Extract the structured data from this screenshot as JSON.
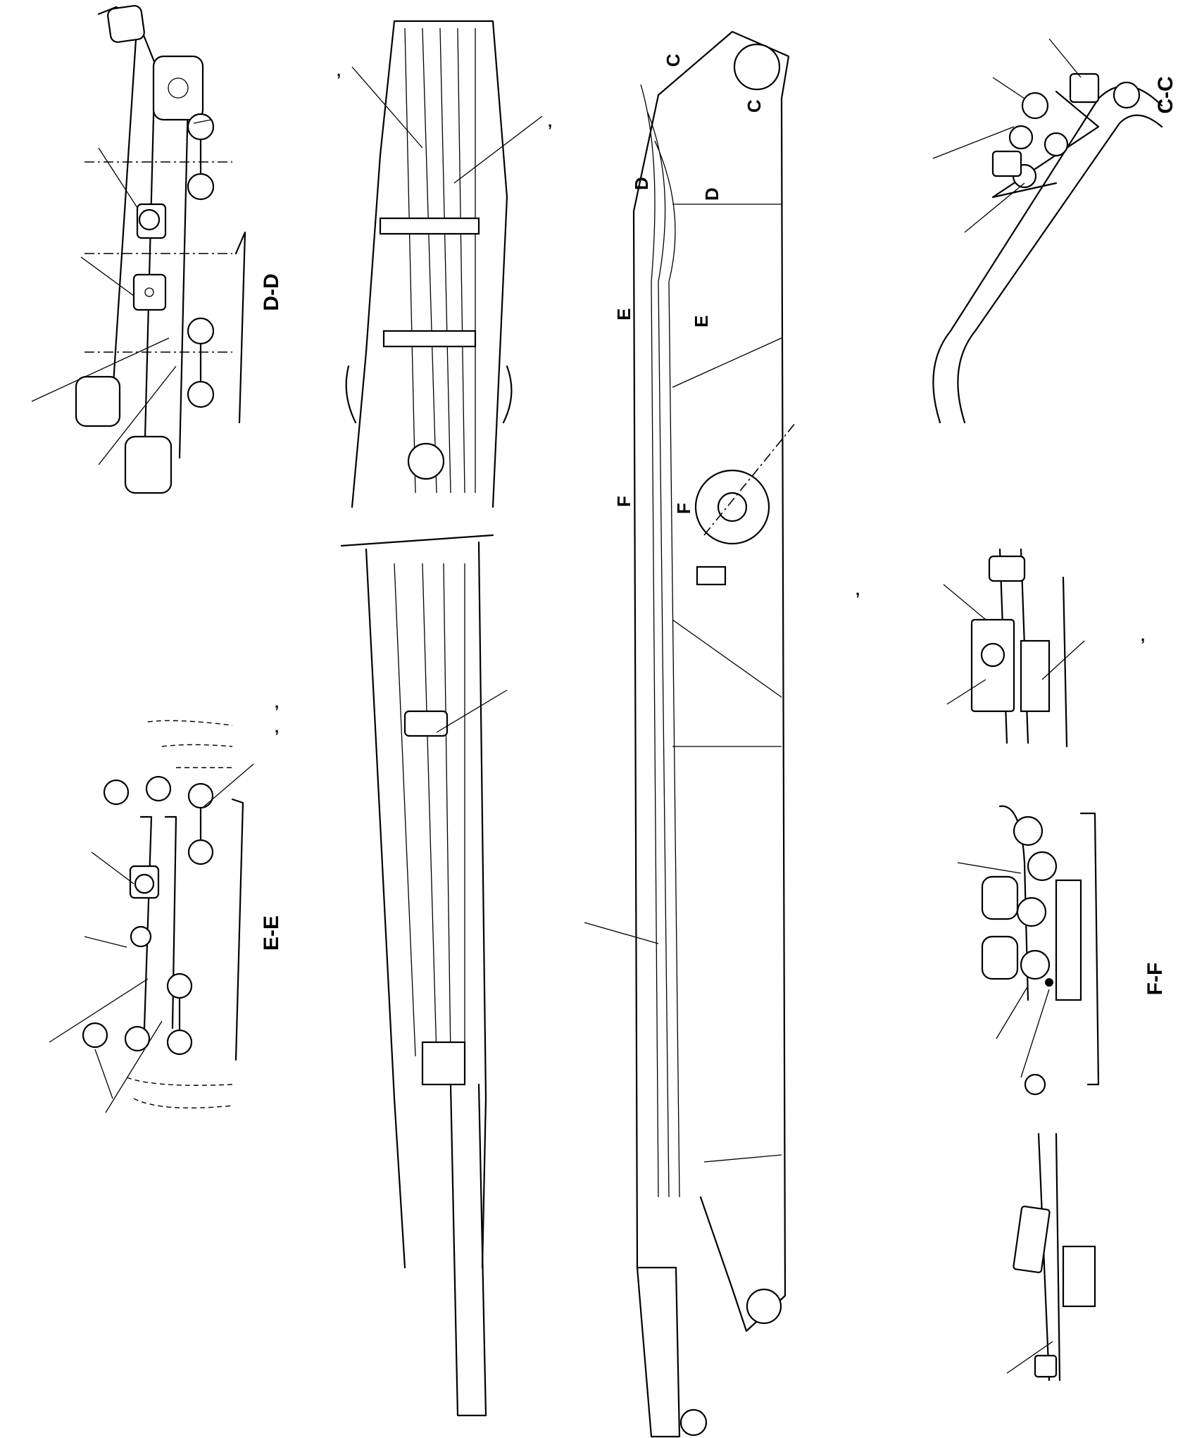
{
  "sections": {
    "dd": "D-D",
    "ee": "E-E",
    "ff": "F-F",
    "cc": "C-C"
  },
  "cut_marks": {
    "c": "C",
    "d": "D",
    "e": "E",
    "f": "F"
  },
  "callout_separator": ","
}
